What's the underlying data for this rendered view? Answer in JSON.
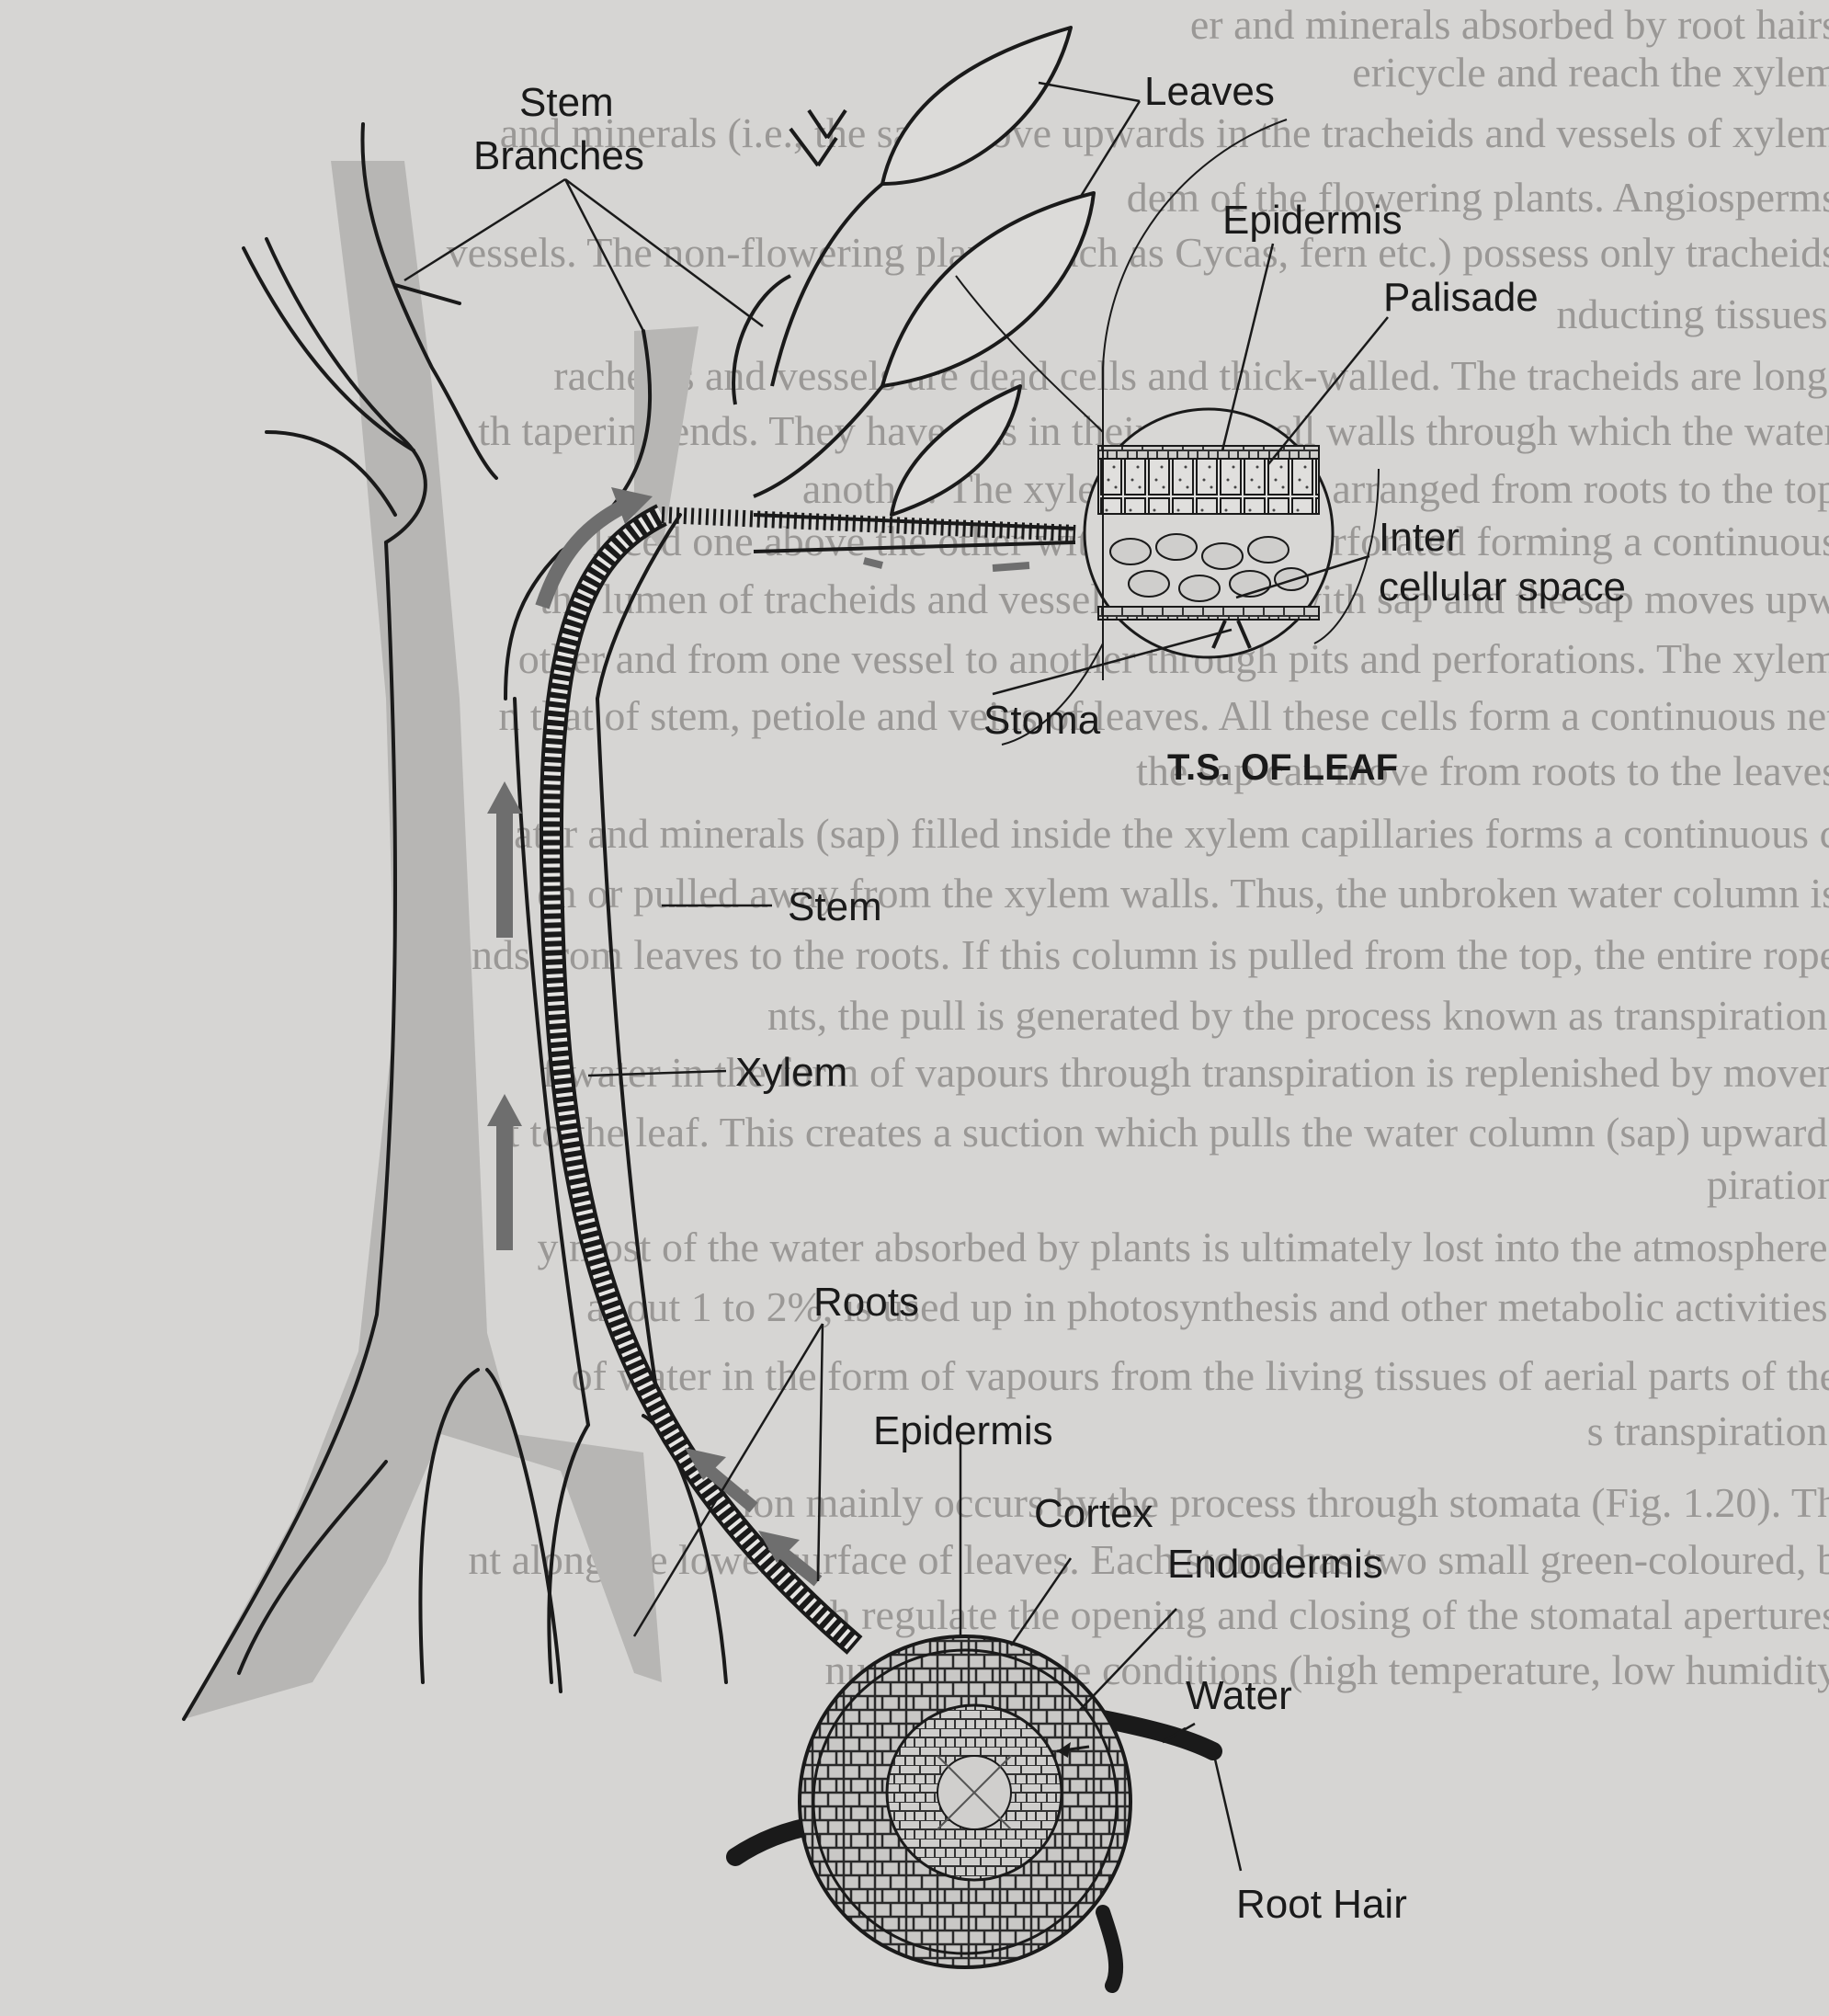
{
  "labels": {
    "stem_branches_1": "Stem",
    "stem_branches_2": "Branches",
    "leaves": "Leaves",
    "epidermis_leaf": "Epidermis",
    "palisade": "Palisade",
    "inter_1": "Inter",
    "inter_2": "cellular space",
    "stoma": "Stoma",
    "ts_leaf": "T.S. OF LEAF",
    "stem": "Stem",
    "xylem": "Xylem",
    "roots": "Roots",
    "epidermis_root": "Epidermis",
    "cortex": "Cortex",
    "endodermis": "Endodermis",
    "water": "Water",
    "root_hair": "Root Hair"
  },
  "background_text": [
    "er and minerals absorbed by root hairs",
    "ericycle and reach the xylem",
    "and minerals (i.e., the sap) move upwards in the tracheids and vessels of xylem",
    "dem of the flowering plants. Angiosperms",
    "vessels. The non-flowering plants (such as Cycas, fern etc.) possess only tracheids",
    "nducting tissues.",
    "racheids and vessels are dead cells and thick-walled. The tracheids are long,",
    "th tapering ends. They have pits in their thick cell walls through which the water",
    "another. The xylem vessels are arranged from roots to the top",
    "laced one above the other with end walls perforated forming a continuous",
    "the lumen of tracheids and vessels are filled with sap and the sap moves upw",
    "other and from one vessel to another through pits and perforations. The xylem",
    "n that of stem, petiole and veins of leaves. All these cells form a continuous net",
    "the sap can move from roots to the leaves",
    "ater and minerals (sap) filled inside the xylem capillaries forms a continuous c",
    "en or pulled away from the xylem walls. Thus, the unbroken water column is",
    "nds from leaves to the roots. If this column is pulled from the top, the entire rope",
    "nts, the pull is generated by the process known as transpiration.",
    "f water in the form of vapours through transpiration is replenished by moven",
    "t to the leaf. This creates a suction which pulls the water column (sap) upward.",
    "piration",
    "y most of the water absorbed by plants is ultimately lost into the atmosphere.",
    "about 1 to 2%, is used up in photosynthesis and other metabolic activities.",
    "of water in the form of vapours from the living tissues of aerial parts of the",
    "s transpiration.",
    "ion mainly occurs by the process through stomata (Fig. 1.20). Th",
    "nt along the lower surface of leaves. Each stoma has two small green-coloured, b",
    "h regulate the opening and closing of the stomatal apertures",
    "num favourable conditions (high temperature, low humidity"
  ],
  "colors": {
    "background": "#d6d5d3",
    "stem_fill": "#b7b6b4",
    "arrow": "#6e6e6e",
    "line": "#1a1a1a"
  }
}
